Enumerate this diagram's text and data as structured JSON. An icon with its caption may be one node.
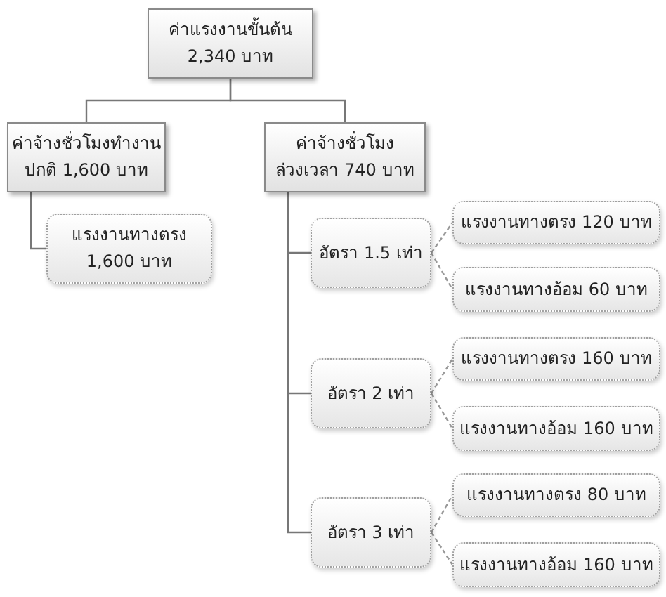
{
  "diagram": {
    "nodes": [
      {
        "text": [
          "ค่าแรงงานขั้นต้น",
          "2,340 บาท"
        ]
      },
      {
        "text": [
          "ค่าจ้างชั่วโมงทำงาน",
          "ปกติ 1,600 บาท"
        ]
      },
      {
        "text": [
          "ค่าจ้างชั่วโมง",
          "ล่วงเวลา 740 บาท"
        ]
      },
      {
        "text": [
          "แรงงานทางตรง",
          "1,600 บาท"
        ]
      },
      {
        "text": [
          "อัตรา 1.5 เท่า"
        ]
      },
      {
        "text": [
          "อัตรา 2 เท่า"
        ]
      },
      {
        "text": [
          "อัตรา 3 เท่า"
        ]
      },
      {
        "text": [
          "แรงงานทางตรง 120 บาท"
        ]
      },
      {
        "text": [
          "แรงงานทางอ้อม 60 บาท"
        ]
      },
      {
        "text": [
          "แรงงานทางตรง 160 บาท"
        ]
      },
      {
        "text": [
          "แรงงานทางอ้อม 160 บาท"
        ]
      },
      {
        "text": [
          "แรงงานทางตรง 80 บาท"
        ]
      },
      {
        "text": [
          "แรงงานทางอ้อม 160 บาท"
        ]
      }
    ],
    "edges": [
      {
        "from": 0,
        "to": 1,
        "arrow": "none"
      },
      {
        "from": 0,
        "to": 2,
        "arrow": "none"
      },
      {
        "from": 1,
        "to": 3,
        "arrow": "none"
      },
      {
        "from": 2,
        "to": 4,
        "arrow": "none"
      },
      {
        "from": 2,
        "to": 5,
        "arrow": "none"
      },
      {
        "from": 2,
        "to": 6,
        "arrow": "none"
      },
      {
        "from": 4,
        "to": 7,
        "arrow": "none",
        "style": "dashed"
      },
      {
        "from": 4,
        "to": 8,
        "arrow": "none",
        "style": "dashed"
      },
      {
        "from": 5,
        "to": 9,
        "arrow": "none",
        "style": "dashed"
      },
      {
        "from": 5,
        "to": 10,
        "arrow": "none",
        "style": "dashed"
      },
      {
        "from": 6,
        "to": 11,
        "arrow": "none",
        "style": "dashed"
      },
      {
        "from": 6,
        "to": 12,
        "arrow": "none",
        "style": "dashed"
      }
    ]
  }
}
